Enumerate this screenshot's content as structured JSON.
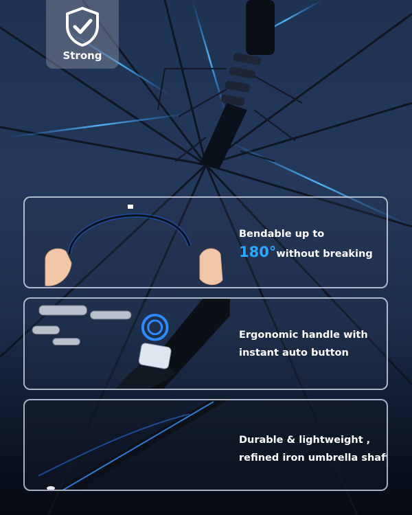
{
  "badge": {
    "label": "Strong",
    "icon": "shield-check-icon"
  },
  "features": [
    {
      "line1": "Bendable up to",
      "highlight": "180°",
      "line2_rest": "without breaking"
    },
    {
      "line1": "Ergonomic handle with",
      "line2": "instant auto button"
    },
    {
      "line1": "Durable & lightweight ,",
      "line2": "refined iron umbrella shaft"
    }
  ],
  "colors": {
    "accent": "#2ea8ff",
    "panel_border": "#e1e8f5",
    "canopy": "#24395b"
  }
}
